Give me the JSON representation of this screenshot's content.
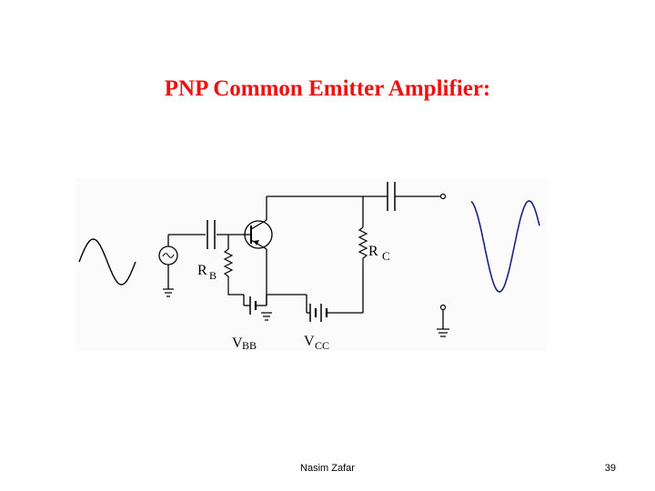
{
  "slide": {
    "title": "PNP Common Emitter Amplifier:",
    "title_color": "#ee1111",
    "author": "Nasim Zafar",
    "page_number": "39"
  },
  "diagram": {
    "labels": {
      "rb_main": "R",
      "rb_sub": "B",
      "rc_main": "R",
      "rc_sub": "C",
      "vbb_main": "V",
      "vbb_sub": "BB",
      "vcc_main": "V",
      "vcc_sub": "CC"
    },
    "input_wave_color": "#000000",
    "output_wave_color": "#1a237e"
  }
}
